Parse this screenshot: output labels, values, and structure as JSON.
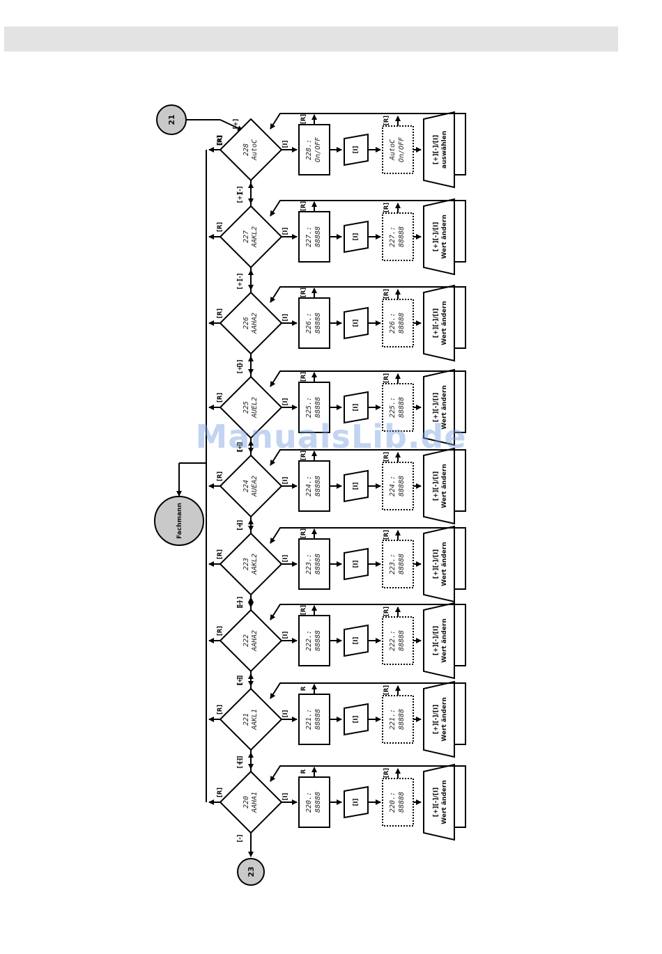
{
  "header": {},
  "watermark": "ManualsLib.de",
  "connectors": {
    "top": "21",
    "middle": "Fachmann",
    "bottom": "23"
  },
  "labels": {
    "R": "[R]",
    "R_plain": "R",
    "I": "[I]",
    "plus": "[+]",
    "minus": "[-]"
  },
  "stages": [
    {
      "code": "228",
      "name": "AutoC",
      "display_top": "228.:",
      "display_bottom": "On/OFF",
      "edit_top": "AutoC",
      "edit_bottom": "On/OFF",
      "action_1": "[+][-]/[I]",
      "action_2": "auswählen"
    },
    {
      "code": "227",
      "name": "AAKL2",
      "display_top": "227.:",
      "display_bottom": "88888",
      "edit_top": "227.:",
      "edit_bottom": "88888",
      "action_1": "[+][-]/[I]",
      "action_2": "Wert ändern"
    },
    {
      "code": "226",
      "name": "AAHA2",
      "display_top": "226.:",
      "display_bottom": "88888",
      "edit_top": "226.:",
      "edit_bottom": "88888",
      "action_1": "[+][-]/[I]",
      "action_2": "Wert ändern"
    },
    {
      "code": "225",
      "name": "AUEL2",
      "display_top": "225.:",
      "display_bottom": "88888",
      "edit_top": "225.:",
      "edit_bottom": "88888",
      "action_1": "[+][-]/[I]",
      "action_2": "Wert ändern"
    },
    {
      "code": "224",
      "name": "AUEA2",
      "display_top": "224.:",
      "display_bottom": "88888",
      "edit_top": "224.:",
      "edit_bottom": "88888",
      "action_1": "[+][-]/[I]",
      "action_2": "Wert ändern"
    },
    {
      "code": "223",
      "name": "AAKL2",
      "display_top": "223.:",
      "display_bottom": "88888",
      "edit_top": "223.:",
      "edit_bottom": "88888",
      "action_1": "[+][-]/[I]",
      "action_2": "Wert ändern"
    },
    {
      "code": "222",
      "name": "AAHA2",
      "display_top": "222.:",
      "display_bottom": "88888",
      "edit_top": "222.:",
      "edit_bottom": "88888",
      "action_1": "[+][-]/[I]",
      "action_2": "Wert ändern"
    },
    {
      "code": "221",
      "name": "AAKL1",
      "display_top": "221.:",
      "display_bottom": "88888",
      "edit_top": "221.:",
      "edit_bottom": "88888",
      "action_1": "[+][-]/[I]",
      "action_2": "Wert ändern"
    },
    {
      "code": "220",
      "name": "AAHA1",
      "display_top": "220.:",
      "display_bottom": "88888",
      "edit_top": "220.:",
      "edit_bottom": "88888",
      "action_1": "[+][-]/[I]",
      "action_2": "Wert ändern"
    }
  ]
}
